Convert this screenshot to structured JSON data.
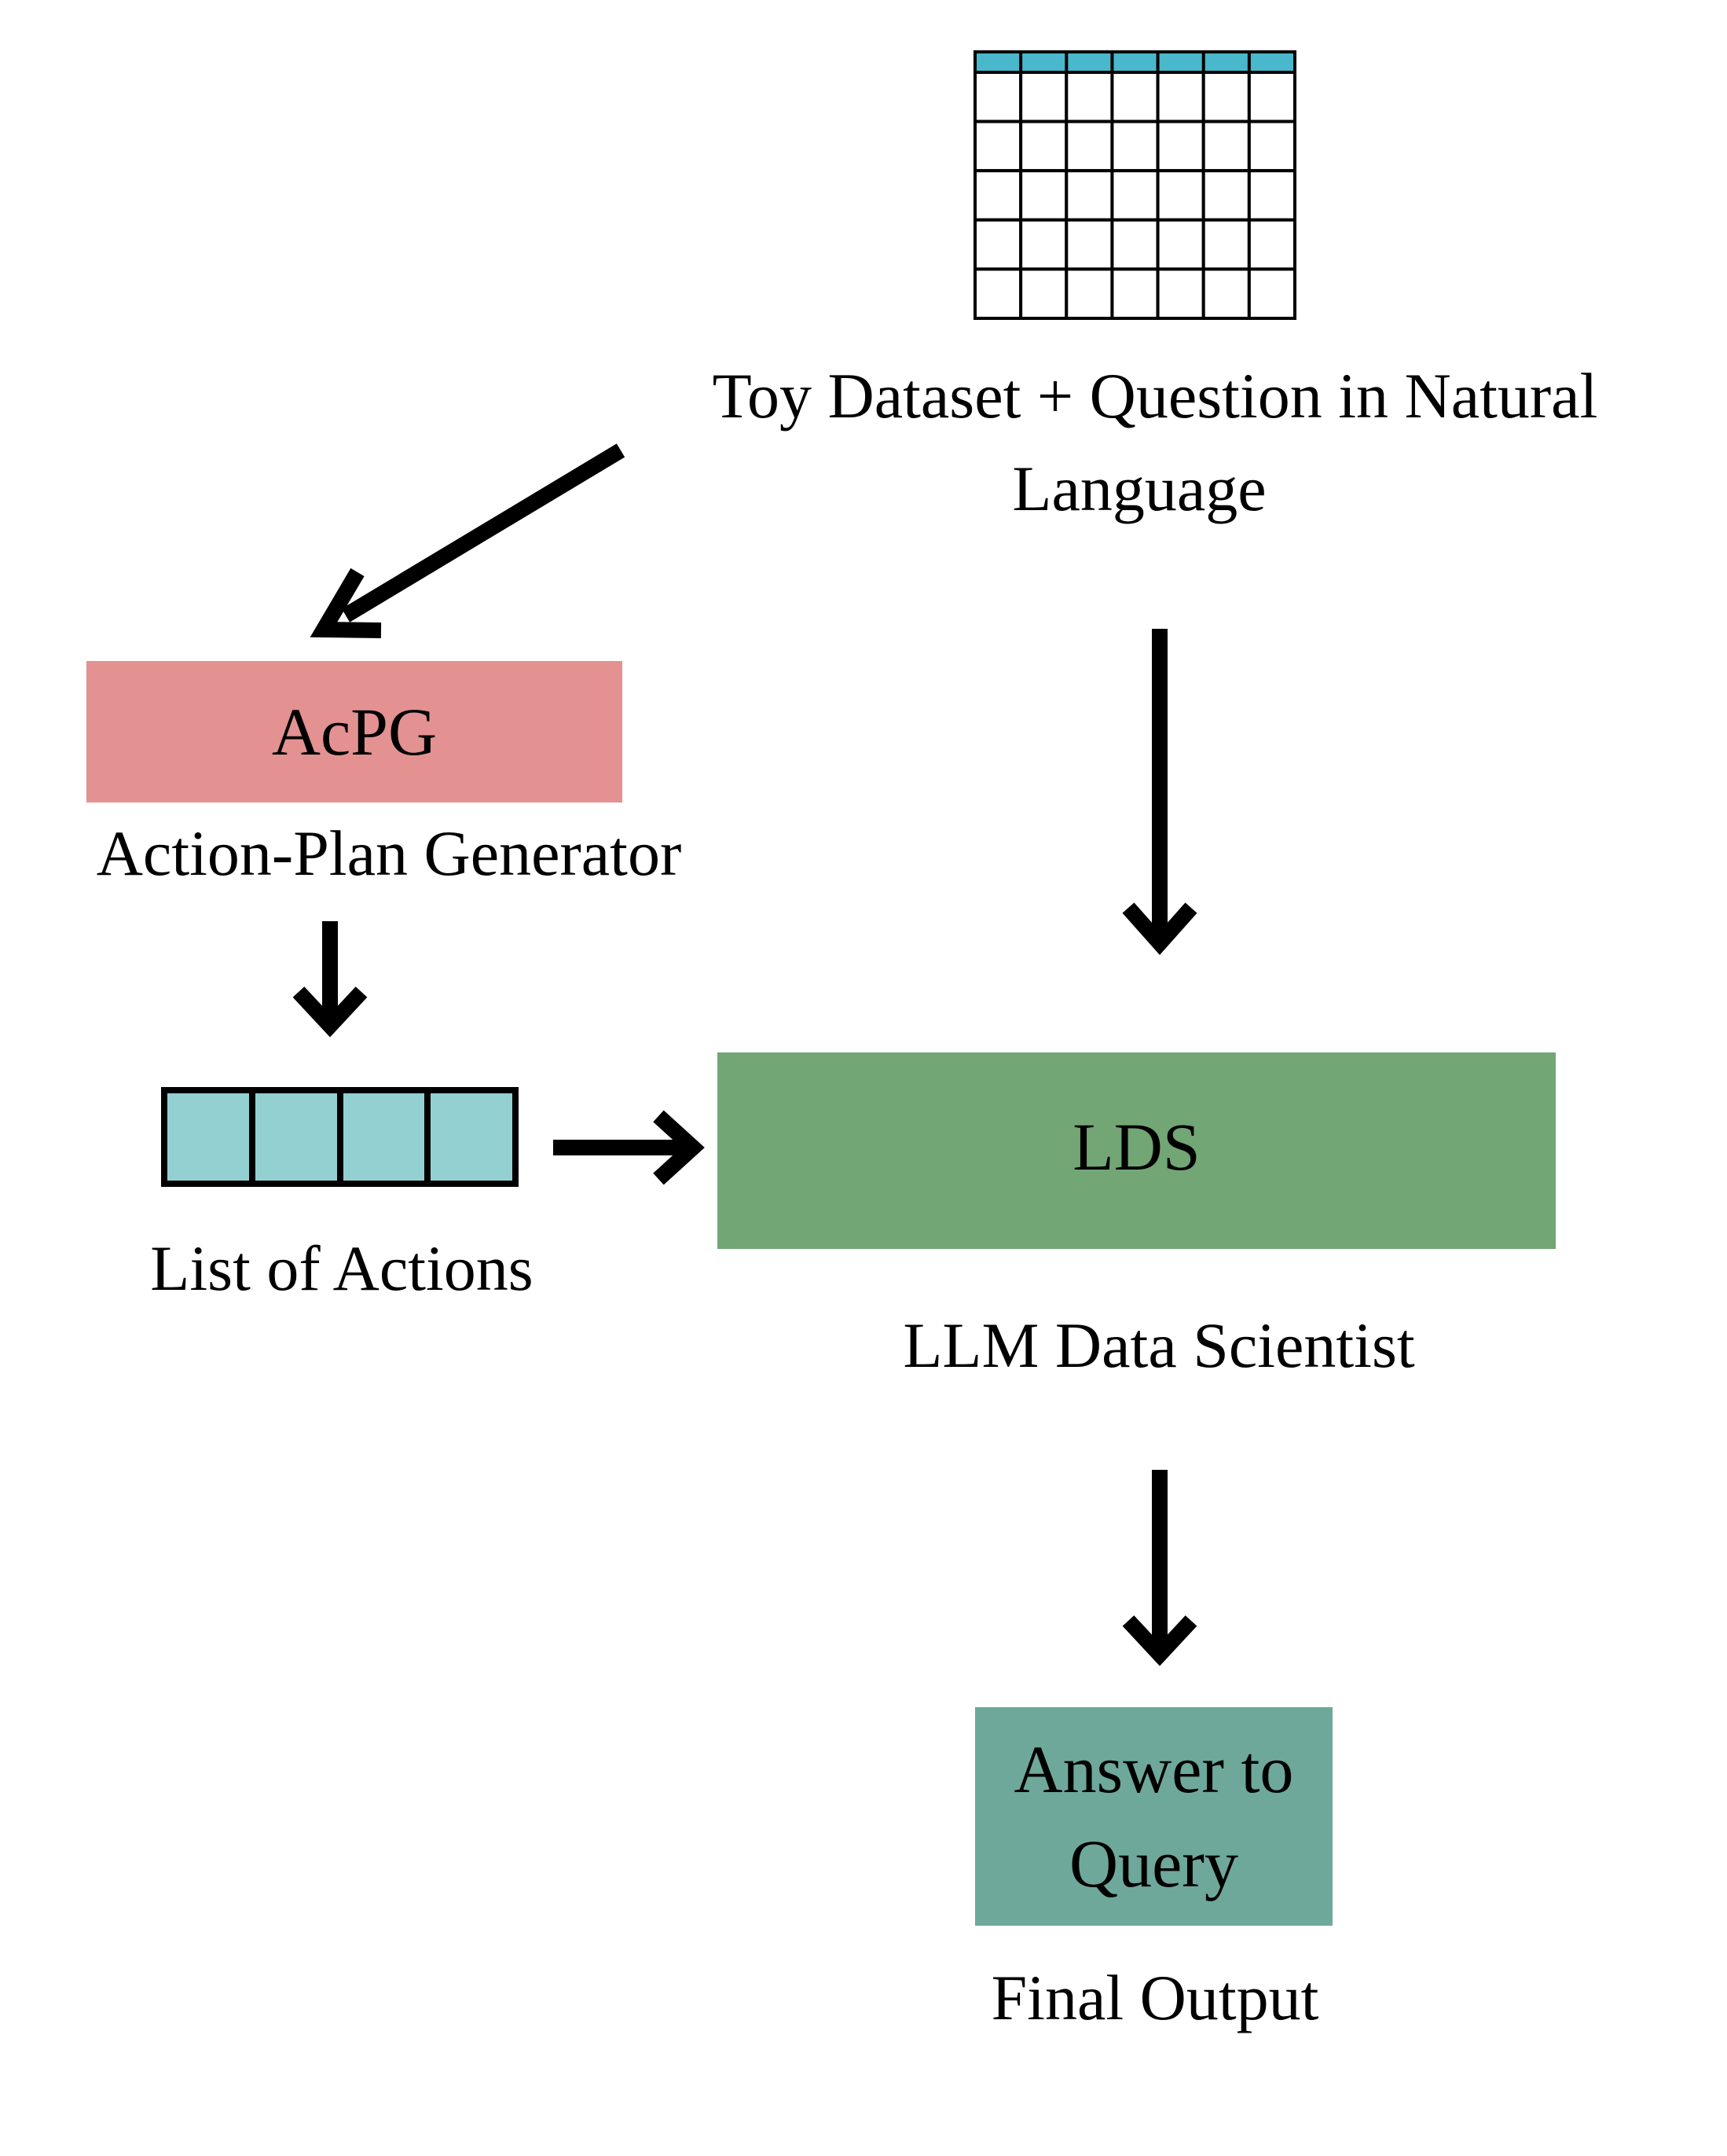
{
  "dataset": {
    "caption_line1": "Toy Dataset + Question in Natural",
    "caption_line2": "Language",
    "grid_header_color": "#4ab8cb",
    "grid_columns": 7,
    "grid_rows": 5
  },
  "acpg": {
    "box_label": "AcPG",
    "caption": "Action-Plan Generator",
    "color": "#e39191"
  },
  "actions": {
    "caption": "List of Actions",
    "cell_color": "#93d0d2",
    "cell_count": 4
  },
  "lds": {
    "box_label": "LDS",
    "caption": "LLM Data Scientist",
    "color": "#72a675"
  },
  "output": {
    "box_label": "Answer to\nQuery",
    "caption": "Final Output",
    "color": "#6ea89b"
  }
}
